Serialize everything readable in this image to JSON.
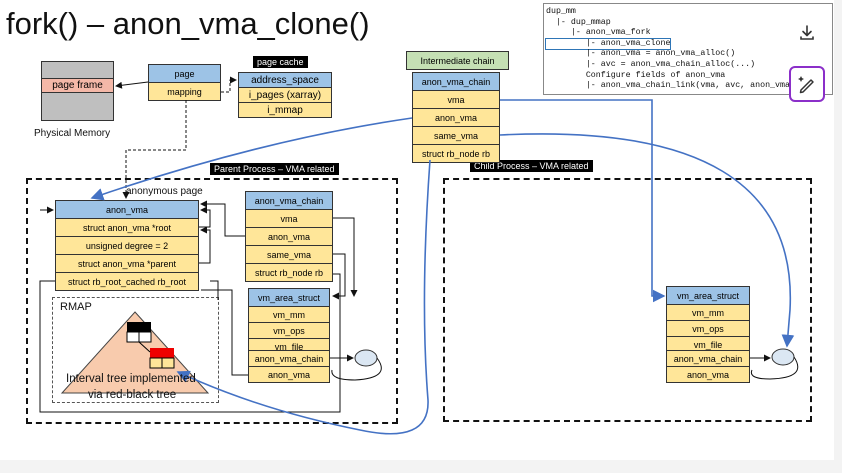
{
  "title": "fork() – anon_vma_clone()",
  "code_lines": [
    "dup_mm",
    "  |- dup_mmap",
    "     |- anon_vma_fork",
    "        |- anon_vma_clone",
    "        |- anon_vma = anon_vma_alloc()",
    "        |- avc = anon_vma_chain_alloc(...)",
    "        Configure fields of anon_vma",
    "        |- anon_vma_chain_link(vma, avc, anon_vma)"
  ],
  "physical_memory": {
    "page_frame": "page frame",
    "caption": "Physical Memory"
  },
  "page": {
    "header": "page",
    "field": "mapping"
  },
  "page_cache": {
    "label": "page cache",
    "fields": [
      "address_space",
      "i_pages (xarray)",
      "i_mmap"
    ]
  },
  "intermediate": {
    "label": "Intermediate chain",
    "header": "anon_vma_chain",
    "fields": [
      "vma",
      "anon_vma",
      "same_vma",
      "struct rb_node rb"
    ]
  },
  "parent": {
    "label": "Parent Process – VMA related",
    "anonymous_page": "anonymous page",
    "anon_vma": {
      "header": "anon_vma",
      "fields": [
        "struct anon_vma *root",
        "unsigned degree = 2",
        "struct anon_vma *parent",
        "struct rb_root_cached rb_root"
      ]
    },
    "avc": {
      "header": "anon_vma_chain",
      "fields": [
        "vma",
        "anon_vma",
        "same_vma",
        "struct rb_node rb"
      ]
    },
    "vma": {
      "header": "vm_area_struct",
      "fields": [
        "vm_mm",
        "vm_ops",
        "vm_file",
        "anon_vma_chain",
        "anon_vma"
      ]
    },
    "rmap": {
      "label": "RMAP",
      "caption_line1": "Interval tree implemented",
      "caption_line2": "via red-black tree"
    }
  },
  "child": {
    "label": "Child Process – VMA related",
    "vma": {
      "header": "vm_area_struct",
      "fields": [
        "vm_mm",
        "vm_ops",
        "vm_file",
        "anon_vma_chain",
        "anon_vma"
      ]
    }
  },
  "toolbar": {
    "download_icon": "download-icon",
    "edit_icon": "edit-sparkle-icon"
  },
  "colors": {
    "struct_header": "#9dc3e6",
    "struct_field": "#ffe699",
    "arrow_blue": "#4472c4",
    "intermediate_label": "#c5e0b4",
    "edit_accent": "#8b2fc9"
  }
}
